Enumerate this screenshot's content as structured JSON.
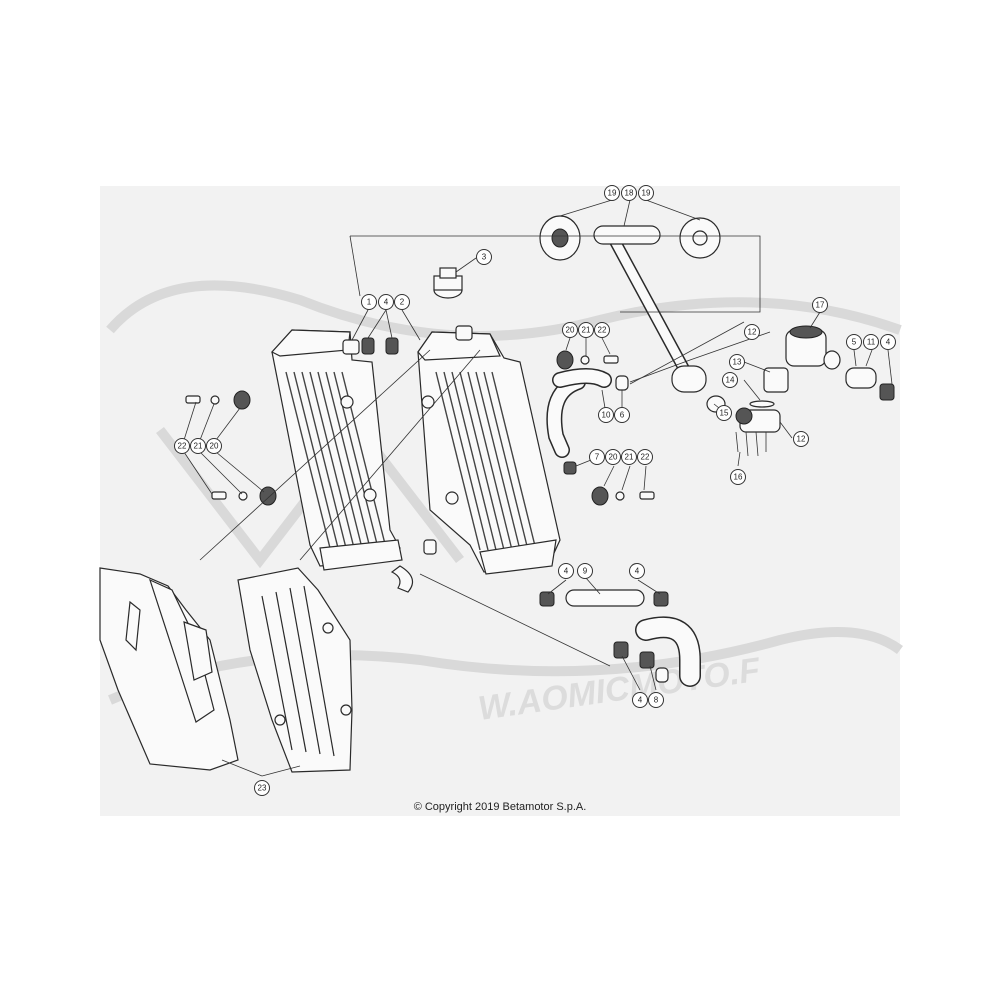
{
  "copyright": "© Copyright 2019 Betamotor S.p.A.",
  "watermark": "W.AOMICMOTO.F",
  "colors": {
    "background": "#f2f2f2",
    "line": "#2a2a2a",
    "watermark": "#d9d9d9"
  },
  "callouts": [
    {
      "id": "c19a",
      "label": "19"
    },
    {
      "id": "c18",
      "label": "18"
    },
    {
      "id": "c19b",
      "label": "19"
    },
    {
      "id": "c3",
      "label": "3"
    },
    {
      "id": "c1",
      "label": "1"
    },
    {
      "id": "c4a",
      "label": "4"
    },
    {
      "id": "c2",
      "label": "2"
    },
    {
      "id": "c20a",
      "label": "20"
    },
    {
      "id": "c21a",
      "label": "21"
    },
    {
      "id": "c22a",
      "label": "22"
    },
    {
      "id": "c17",
      "label": "17"
    },
    {
      "id": "c12a",
      "label": "12"
    },
    {
      "id": "c5",
      "label": "5"
    },
    {
      "id": "c11",
      "label": "11"
    },
    {
      "id": "c4b",
      "label": "4"
    },
    {
      "id": "c13",
      "label": "13"
    },
    {
      "id": "c14",
      "label": "14"
    },
    {
      "id": "c15",
      "label": "15"
    },
    {
      "id": "c10",
      "label": "10"
    },
    {
      "id": "c6a",
      "label": "6"
    },
    {
      "id": "c12b",
      "label": "12"
    },
    {
      "id": "c16",
      "label": "16"
    },
    {
      "id": "c22b",
      "label": "22"
    },
    {
      "id": "c21b",
      "label": "21"
    },
    {
      "id": "c20b",
      "label": "20"
    },
    {
      "id": "c7",
      "label": "7"
    },
    {
      "id": "c20c",
      "label": "20"
    },
    {
      "id": "c21c",
      "label": "21"
    },
    {
      "id": "c22c",
      "label": "22"
    },
    {
      "id": "c4c",
      "label": "4"
    },
    {
      "id": "c9",
      "label": "9"
    },
    {
      "id": "c4d",
      "label": "4"
    },
    {
      "id": "c4e",
      "label": "4"
    },
    {
      "id": "c8",
      "label": "8"
    },
    {
      "id": "c23",
      "label": "23"
    }
  ]
}
